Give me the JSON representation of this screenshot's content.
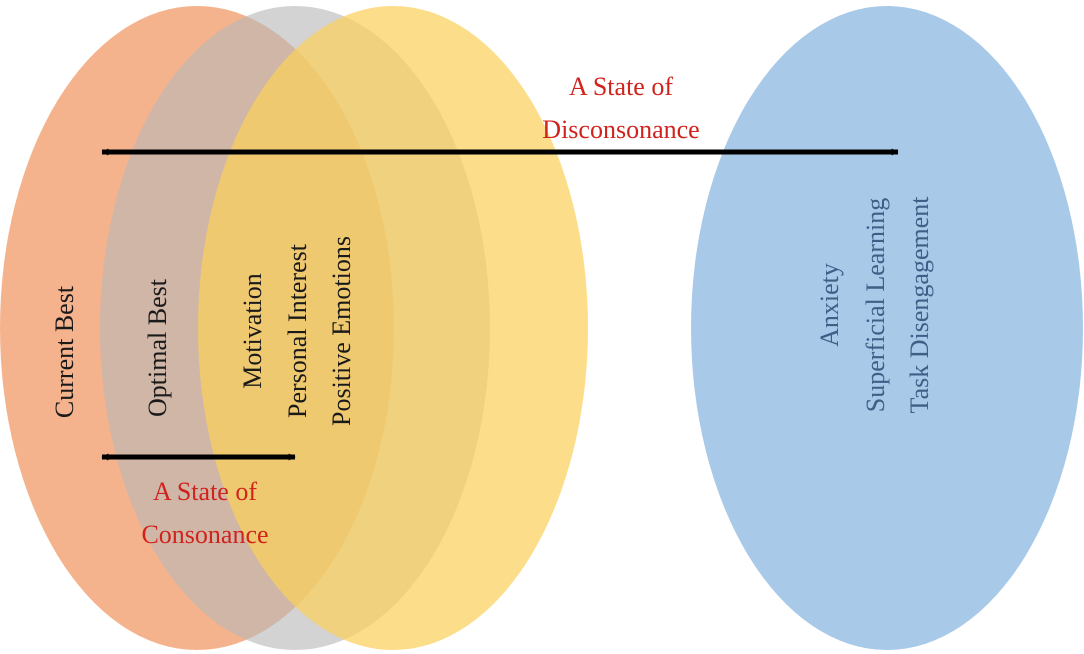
{
  "colors": {
    "current_best": "#F3A679",
    "optimal_best": "#B8B8B8",
    "motivation": "#FBD05B",
    "anxiety": "#A9C9E9",
    "arrow": "#000000",
    "state_text": "#D0231C",
    "positive_text": "#1A1A1A",
    "negative_text": "#3E5F86"
  },
  "labels": {
    "current_best": "Current Best",
    "optimal_best": "Optimal Best",
    "positive": [
      "Motivation",
      "Personal Interest",
      "Positive Emotions"
    ],
    "negative": [
      "Anxiety",
      "Superficial Learning",
      "Task Disengagement"
    ]
  },
  "states": {
    "disconsonance": [
      "A State of",
      "Disconsonance"
    ],
    "consonance": [
      "A State of",
      "Consonance"
    ]
  }
}
